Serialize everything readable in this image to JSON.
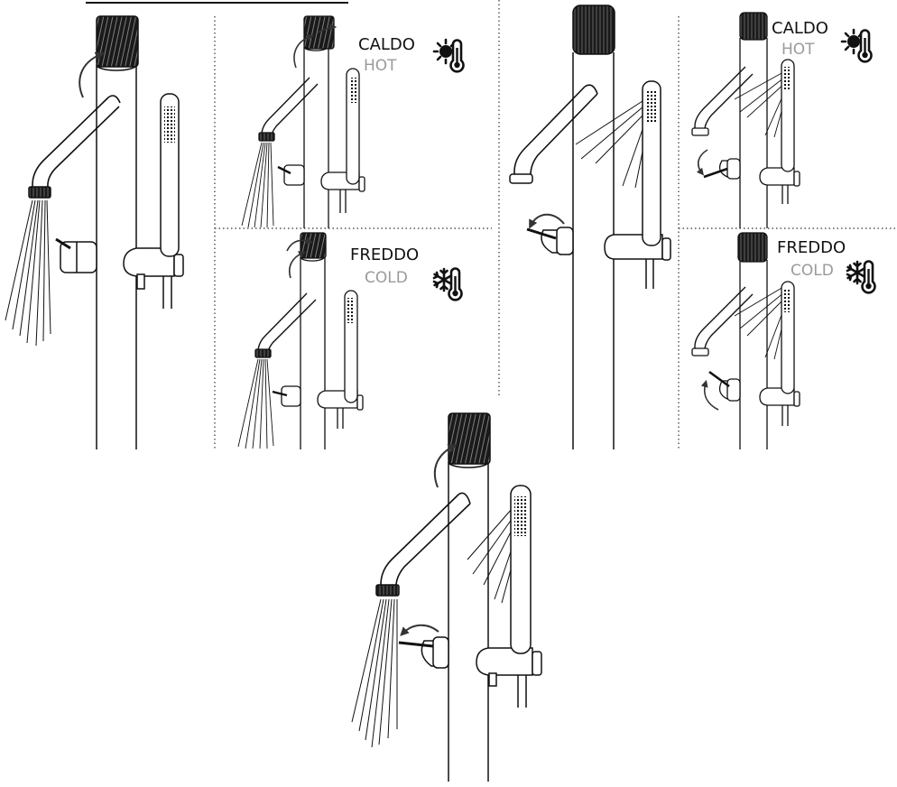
{
  "labels": {
    "hot_it": "CALDO",
    "hot_en": "HOT",
    "cold_it": "FREDDO",
    "cold_en": "COLD"
  },
  "colors": {
    "stroke": "#111111",
    "knob": "#1a1a1a",
    "secondary_text": "#9a9a9a",
    "background": "#ffffff"
  },
  "icons": {
    "hot": "sun-thermometer-icon",
    "cold": "snowflake-thermometer-icon",
    "rotate": "curved-arrow-icon"
  }
}
